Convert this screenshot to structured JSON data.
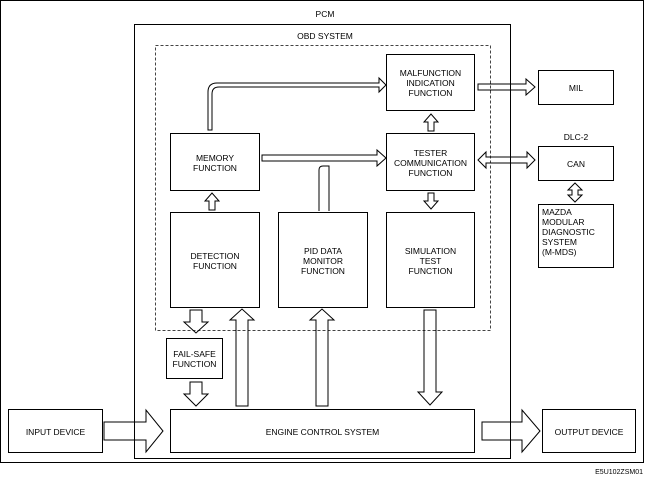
{
  "pcm_label": "PCM",
  "obd_label": "OBD SYSTEM",
  "blocks": {
    "malfunction": "MALFUNCTION\nINDICATION\nFUNCTION",
    "memory": "MEMORY\nFUNCTION",
    "tester": "TESTER\nCOMMUNICATION\nFUNCTION",
    "detection": "DETECTION\nFUNCTION",
    "pid": "PID DATA\nMONITOR\nFUNCTION",
    "simulation": "SIMULATION\nTEST\nFUNCTION",
    "failsafe": "FAIL-SAFE\nFUNCTION",
    "engine": "ENGINE CONTROL SYSTEM",
    "mil": "MIL",
    "can": "CAN",
    "mmds": "MAZDA\nMODULAR\nDIAGNOSTIC\nSYSTEM\n(M-MDS)",
    "input": "INPUT DEVICE",
    "output": "OUTPUT DEVICE"
  },
  "dlc_label": "DLC-2",
  "figure_code": "E5U102ZSM01"
}
